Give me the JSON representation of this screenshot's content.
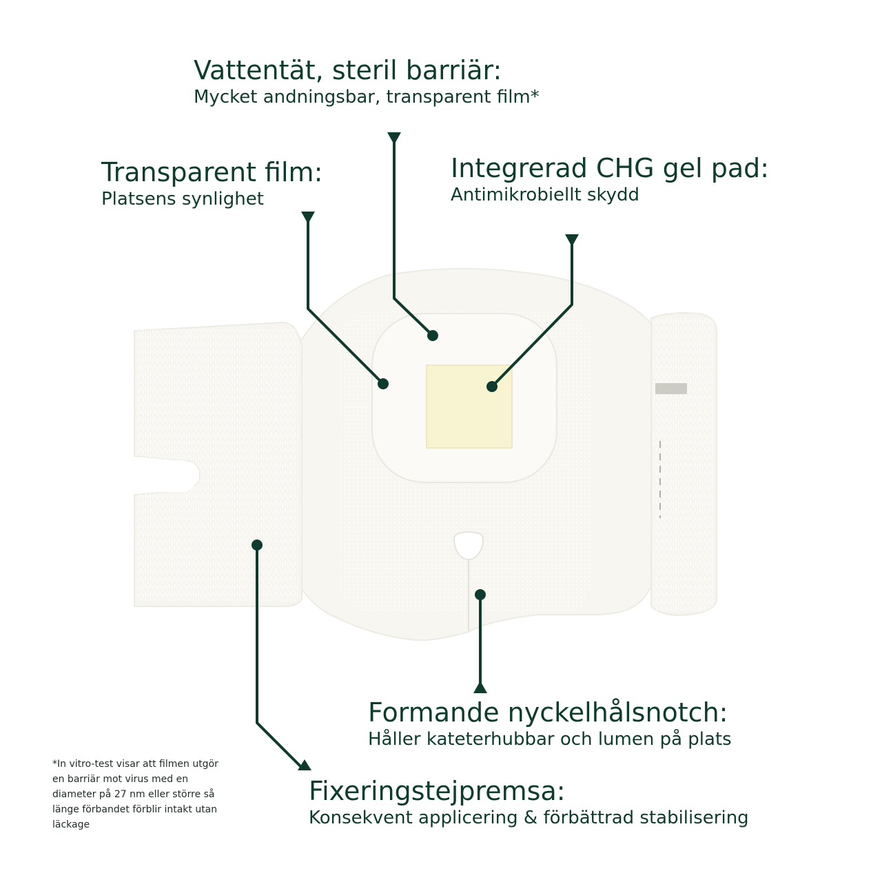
{
  "colors": {
    "ink": "#0e3b2e",
    "dressing": "#f7f6f1",
    "dressing_edge": "#ecebe4",
    "texture": "#ffffff",
    "gel_pad": "#f8f3d0"
  },
  "callouts": {
    "barrier": {
      "title": "Vattentät, steril barriär:",
      "subtitle": "Mycket andningsbar, transparent film*"
    },
    "film": {
      "title": "Transparent film:",
      "subtitle": "Platsens synlighet"
    },
    "gel": {
      "title": "Integrerad CHG gel pad:",
      "subtitle": "Antimikrobiellt skydd"
    },
    "notch": {
      "title": "Formande nyckelhålsnotch:",
      "subtitle": "Håller kateterhubbar och lumen på plats"
    },
    "tape": {
      "title": "Fixeringstejpremsa:",
      "subtitle": "Konsekvent applicering & förbättrad stabilisering"
    }
  },
  "footnote": "*In vitro-test visar att filmen utgör en barriär mot virus med en diameter på 27 nm eller större så länge förbandet förblir intakt utan läckage"
}
